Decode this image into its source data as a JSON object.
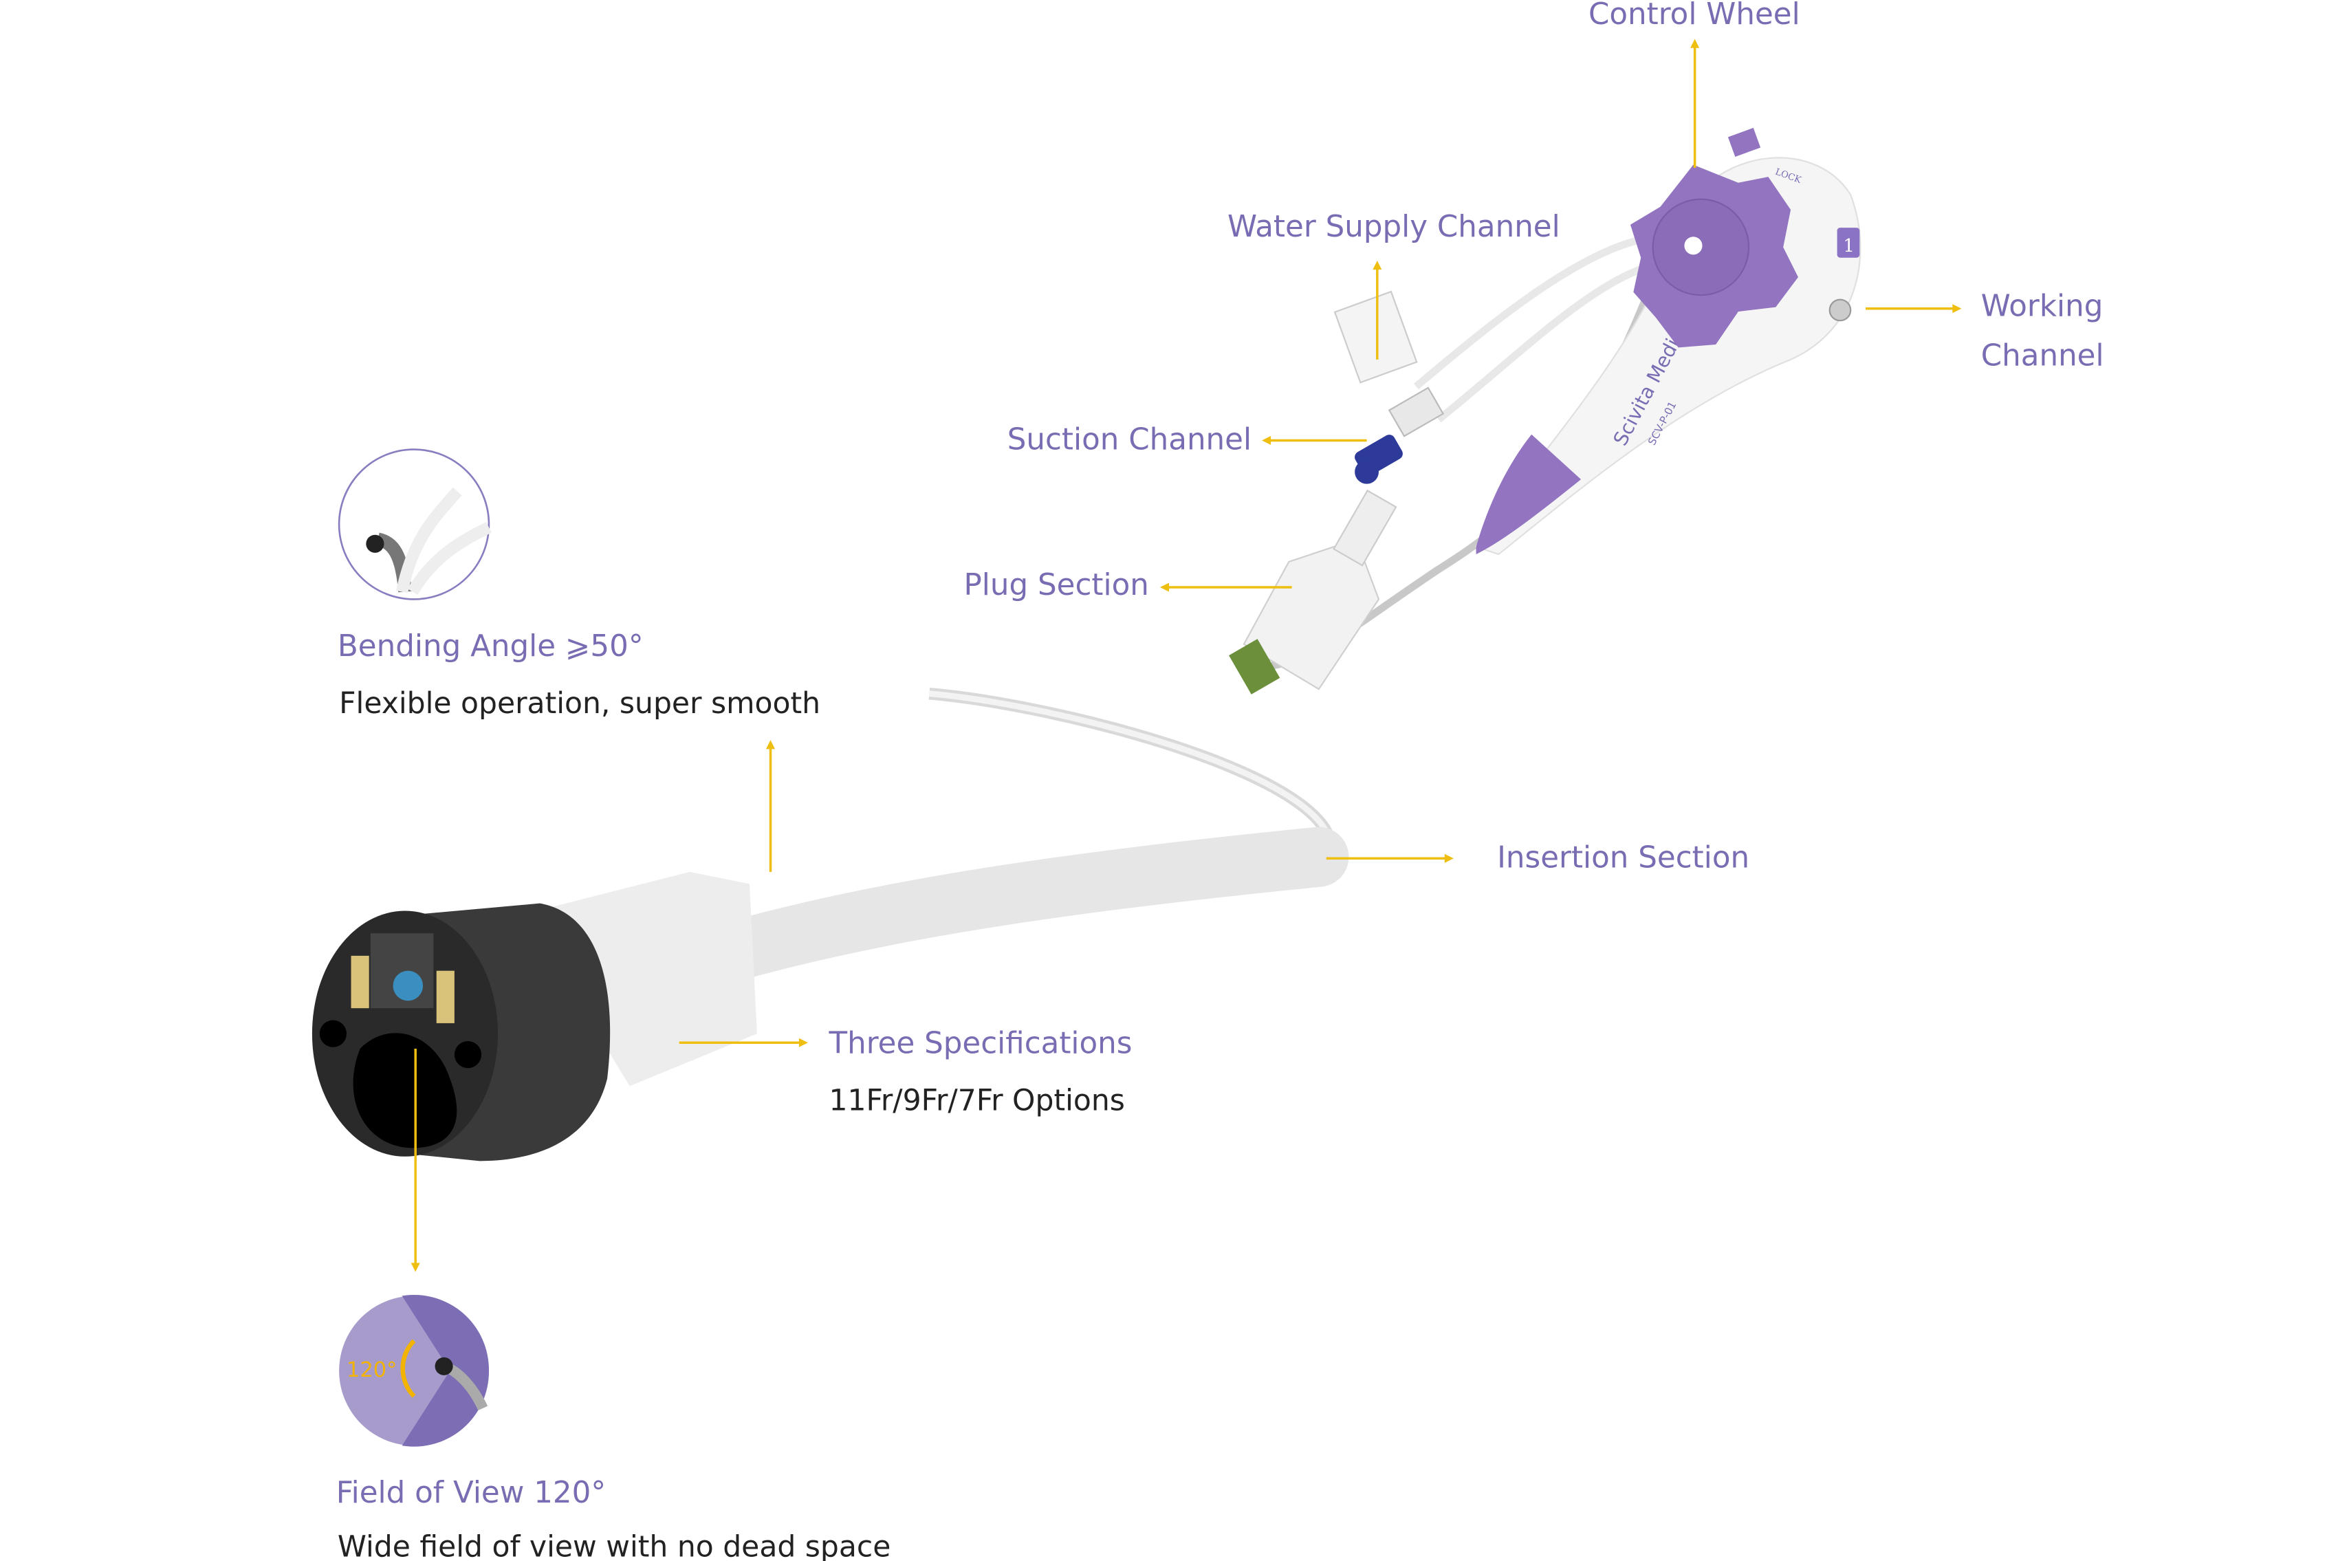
{
  "labels": {
    "control_wheel": "Control Wheel",
    "water_supply": "Water Supply Channel",
    "working_channel_1": "Working",
    "working_channel_2": "Channel",
    "suction_channel": "Suction Channel",
    "plug_section": "Plug Section",
    "insertion_section": "Insertion Section",
    "bending_angle": "Bending Angle ⩾50°",
    "bending_desc": "Flexible operation, super smooth",
    "three_specs": "Three Specifications",
    "three_specs_desc": "11Fr/9Fr/7Fr Options",
    "fov": "Field of View 120°",
    "fov_desc": "Wide field of view with no dead space",
    "fov_badge": "120°"
  },
  "product": {
    "brand": "Scivita Medical",
    "model": "SCV-P-01",
    "lock": "LOCK",
    "button": "1"
  },
  "colors": {
    "accent_purple": "#7a6cb3",
    "leader_yellow": "#eebf10",
    "wheel_purple": "#9274c0"
  }
}
